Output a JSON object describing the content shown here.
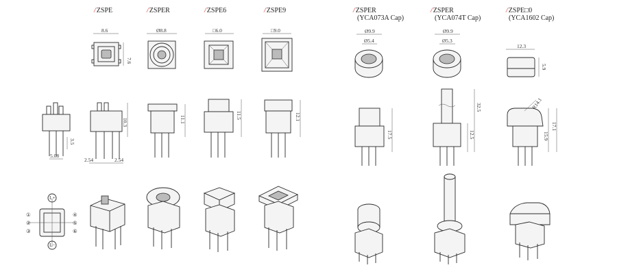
{
  "series_labels": [
    {
      "slash": "/",
      "name": "ZSPE",
      "sub": ""
    },
    {
      "slash": "/",
      "name": "ZSPER",
      "sub": ""
    },
    {
      "slash": "/",
      "name": "ZSPE6",
      "sub": ""
    },
    {
      "slash": "/",
      "name": "ZSPE9",
      "sub": ""
    },
    {
      "slash": "/",
      "name": "ZSPER",
      "sub": "(YCA073A Cap)"
    },
    {
      "slash": "/",
      "name": "ZSPER",
      "sub": "(YCA074T Cap)"
    },
    {
      "slash": "/",
      "name": "ZSPE□0",
      "sub": "(YCA1602 Cap)"
    }
  ],
  "dimensions": {
    "zspe_top_w": "8.6",
    "zspe_top_h": "7.6",
    "zsper_top_d": "Ø8.8",
    "zspe6_top": "□6.0",
    "zspe9_top": "□9.0",
    "yca073a_outer": "Ø9.9",
    "yca073a_inner": "Ø5.4",
    "yca074t_outer": "Ø9.9",
    "yca074t_inner": "Ø5.3",
    "yca1602_w": "12.3",
    "yca1602_h": "5.9",
    "side_pin_h": "3.5",
    "side_pin_w": "5.08",
    "pitch_1": "2.54",
    "pitch_2": "2.54",
    "zspe_h": "10.3",
    "zsper_h": "11.1",
    "zspe6_h": "11.5",
    "zspe9_h": "12.1",
    "yca073a_body_h": "17.5",
    "yca074t_total_h": "32.5",
    "yca074t_body_h": "12.5",
    "yca1602_h1": "15.9",
    "yca1602_h2": "17.1",
    "yca1602_radius": "R14.1"
  },
  "pin_labels": [
    "①",
    "②",
    "③",
    "④",
    "⑤",
    "⑥",
    "L+",
    "L−"
  ]
}
